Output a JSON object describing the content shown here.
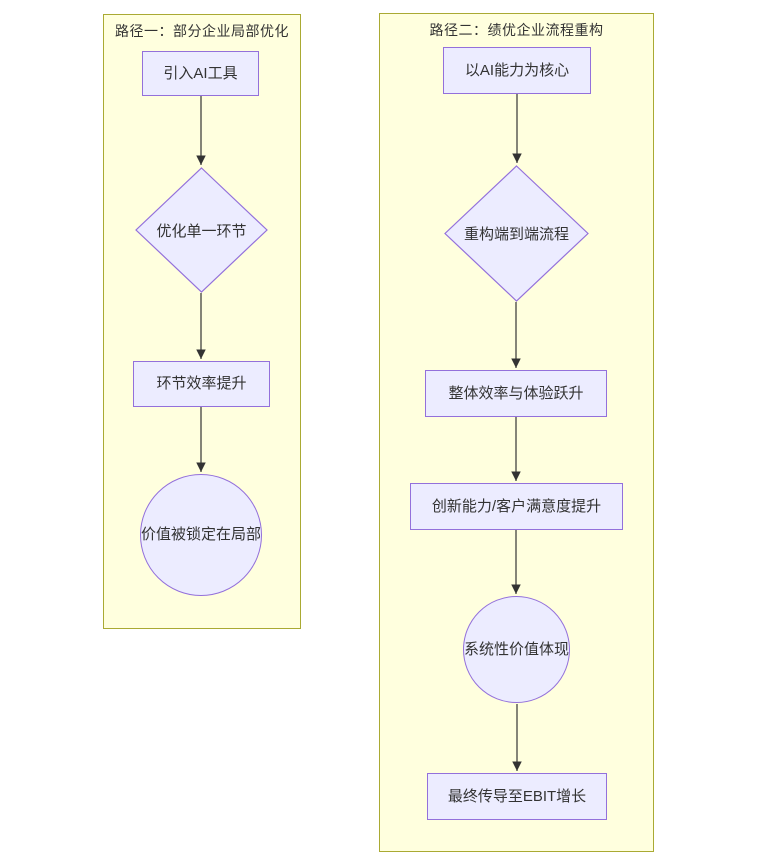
{
  "diagram": {
    "type": "flowchart",
    "colors": {
      "node_fill": "#ECECFF",
      "node_border": "#9370DB",
      "panel_fill": "#FFFFDE",
      "panel_border": "#AAAA33",
      "edge": "#333333",
      "text": "#333333"
    },
    "panels": [
      {
        "title": "路径一：部分企业局部优化",
        "nodes": [
          {
            "label": "引入AI工具",
            "shape": "rect"
          },
          {
            "label": "优化单一环节",
            "shape": "diamond"
          },
          {
            "label": "环节效率提升",
            "shape": "rect"
          },
          {
            "label": "价值被锁定在局部",
            "shape": "circle"
          }
        ],
        "edges": [
          "引入AI工具 → 优化单一环节",
          "优化单一环节 → 环节效率提升",
          "环节效率提升 → 价值被锁定在局部"
        ]
      },
      {
        "title": "路径二：绩优企业流程重构",
        "nodes": [
          {
            "label": "以AI能力为核心",
            "shape": "rect"
          },
          {
            "label": "重构端到端流程",
            "shape": "diamond"
          },
          {
            "label": "整体效率与体验跃升",
            "shape": "rect"
          },
          {
            "label": "创新能力/客户满意度提升",
            "shape": "rect"
          },
          {
            "label": "系统性价值体现",
            "shape": "circle"
          },
          {
            "label": "最终传导至EBIT增长",
            "shape": "rect"
          }
        ],
        "edges": [
          "以AI能力为核心 → 重构端到端流程",
          "重构端到端流程 → 整体效率与体验跃升",
          "整体效率与体验跃升 → 创新能力/客户满意度提升",
          "创新能力/客户满意度提升 → 系统性价值体现",
          "系统性价值体现 → 最终传导至EBIT增长"
        ]
      }
    ]
  }
}
